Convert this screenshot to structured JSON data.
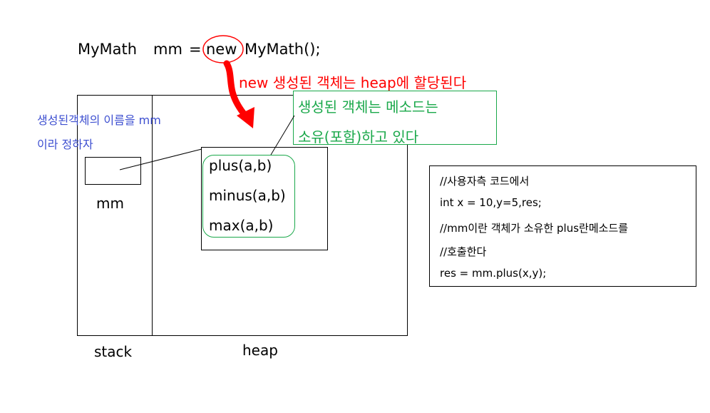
{
  "statement": {
    "type_name": "MyMath",
    "var_name": "mm",
    "equals": "=",
    "new_keyword": "new",
    "constructor": "MyMath();"
  },
  "annotations": {
    "new_note": "new 생성된 객체는 heap에 할당된다",
    "green_note_line1": "생성된 객체는 메소드는",
    "green_note_line2": "소유(포함)하고 있다",
    "blue_note_line1": "생성된객체의 이름을 mm",
    "blue_note_line2": "이라 정하자"
  },
  "stack": {
    "var_label": "mm",
    "label": "stack"
  },
  "heap": {
    "label": "heap",
    "methods": [
      "plus(a,b)",
      "minus(a,b)",
      "max(a,b)"
    ]
  },
  "code_box": {
    "lines": [
      "//사용자측 코드에서",
      "int x = 10,y=5,res;",
      "//mm이란 객체가 소유한 plus란메소드를",
      "//호출한다",
      "res = mm.plus(x,y);"
    ]
  },
  "colors": {
    "red": "#ff0000",
    "green": "#1aa84a",
    "blue": "#3d4fd0"
  }
}
